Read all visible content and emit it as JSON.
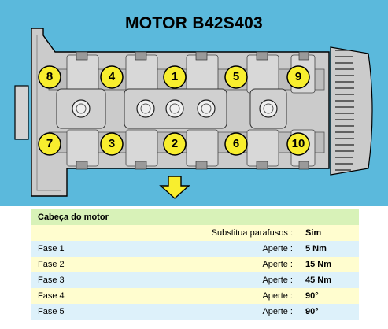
{
  "title": "MOTOR B42S403",
  "bolts": [
    {
      "label": "8"
    },
    {
      "label": "4"
    },
    {
      "label": "1"
    },
    {
      "label": "5"
    },
    {
      "label": "9"
    },
    {
      "label": "7"
    },
    {
      "label": "3"
    },
    {
      "label": "2"
    },
    {
      "label": "6"
    },
    {
      "label": "10"
    }
  ],
  "table": {
    "header": "Cabeça do motor",
    "replace_label": "Substitua parafusos :",
    "replace_value": "Sim",
    "rows": [
      {
        "name": "Fase 1",
        "label": "Aperte :",
        "value": "5 Nm"
      },
      {
        "name": "Fase 2",
        "label": "Aperte :",
        "value": "15 Nm"
      },
      {
        "name": "Fase 3",
        "label": "Aperte :",
        "value": "45 Nm"
      },
      {
        "name": "Fase 4",
        "label": "Aperte :",
        "value": "90°"
      },
      {
        "name": "Fase 5",
        "label": "Aperte :",
        "value": "90°"
      }
    ]
  },
  "colors": {
    "background": "#5bb9dc",
    "head": "#cbcbcb",
    "bolt": "#f8ee2e",
    "arrow": "#f8ee2e",
    "table_header": "#d8f2b8",
    "table_row_a": "#fffdcf",
    "table_row_b": "#ddf1fa"
  }
}
